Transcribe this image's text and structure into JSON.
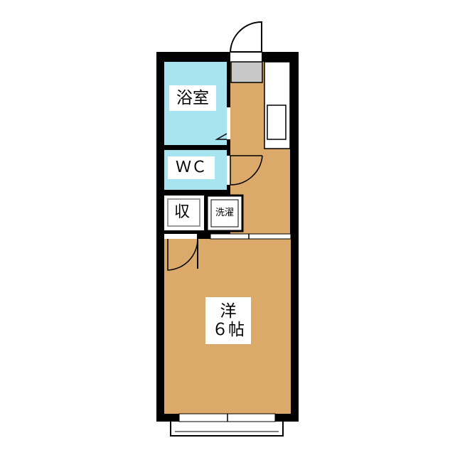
{
  "rooms": {
    "bathroom": {
      "label": "浴室"
    },
    "toilet": {
      "label": "ＷＣ"
    },
    "storage": {
      "label": "収"
    },
    "laundry": {
      "label": "洗濯"
    },
    "western_room": {
      "label_line1": "洋",
      "label_line2": "６帖"
    }
  },
  "colors": {
    "wall": "#000000",
    "wet_area": "#a8e3f0",
    "floor": "#dba96a",
    "storage": "#ffffff",
    "fixture": "#c8c8c8"
  }
}
